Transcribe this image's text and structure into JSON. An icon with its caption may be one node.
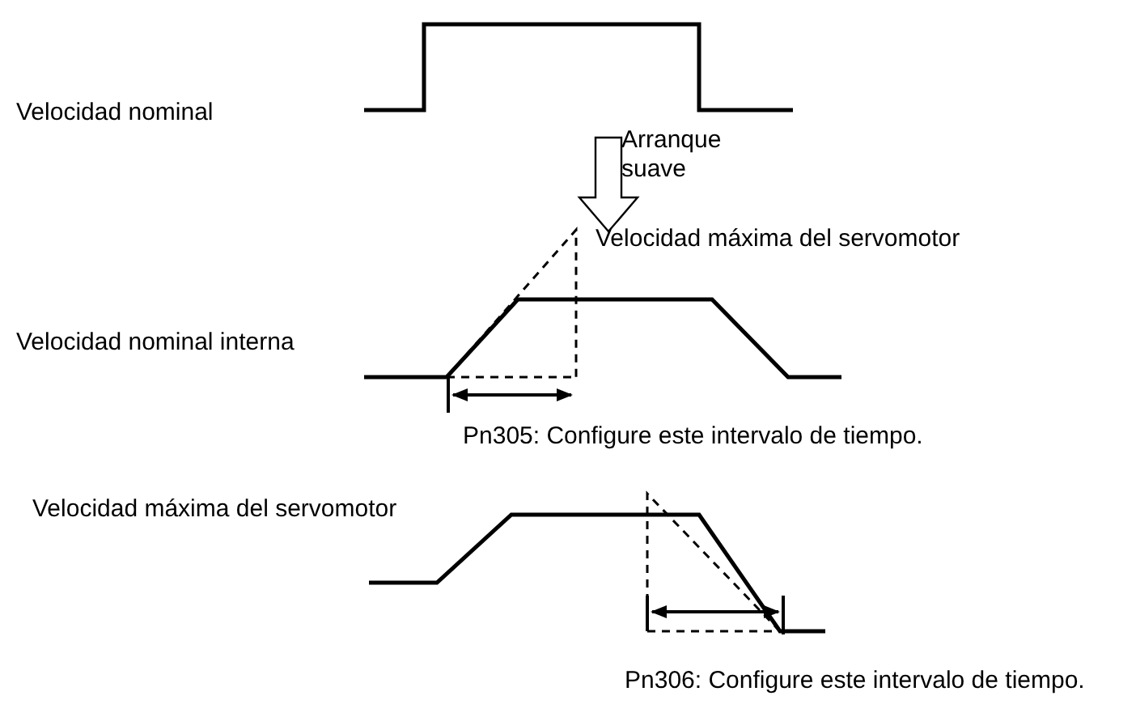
{
  "diagram": {
    "labels": [
      "Velocidad nominal",
      "Arranque suave",
      "Velocidad máxima del servomotor",
      "Velocidad nominal interna",
      "Pn305: Configure este intervalo de tiempo.",
      "Velocidad máxima del servomotor",
      "Pn306: Configure este intervalo de tiempo."
    ]
  }
}
